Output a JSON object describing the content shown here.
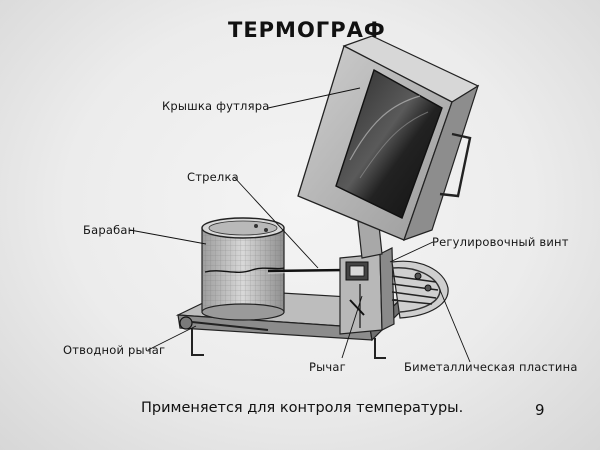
{
  "title": "ТЕРМОГРАФ",
  "labels": {
    "lid": "Крышка футляра",
    "pointer": "Стрелка",
    "drum": "Барабан",
    "adjust_screw": "Регулировочный винт",
    "release_lever": "Отводной рычаг",
    "lever": "Рычаг",
    "bimetal_plate": "Биметаллическая пластина"
  },
  "caption": "Применяется для контроля температуры.",
  "page_number": "9"
}
